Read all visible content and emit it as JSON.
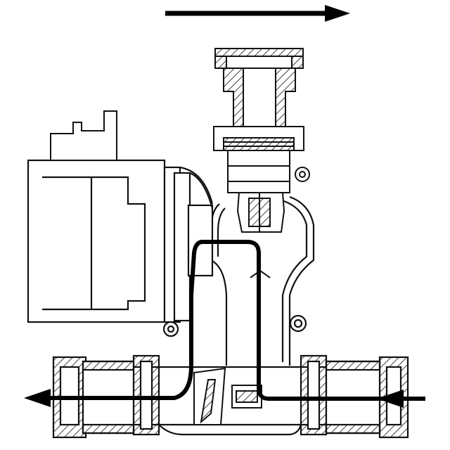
{
  "diagram": {
    "kind": "technical cross-section line drawing",
    "colors": {
      "background": "#ffffff",
      "outline": "#111111",
      "flow_path": "#000000",
      "hatch": "#111111"
    },
    "flow_arrows": [
      {
        "id": "top-flow-arrow",
        "direction": "right"
      },
      {
        "id": "outlet-flow-arrow",
        "direction": "left"
      },
      {
        "id": "inlet-flow-arrow",
        "direction": "left"
      }
    ],
    "components": [
      {
        "id": "top-union-nut"
      },
      {
        "id": "valve-bonnet"
      },
      {
        "id": "valve-body"
      },
      {
        "id": "pump-motor-housing"
      },
      {
        "id": "terminal-box"
      },
      {
        "id": "horizontal-pipe-body"
      },
      {
        "id": "left-union-fitting"
      },
      {
        "id": "right-union-fitting"
      },
      {
        "id": "check-valve-flap"
      }
    ]
  }
}
